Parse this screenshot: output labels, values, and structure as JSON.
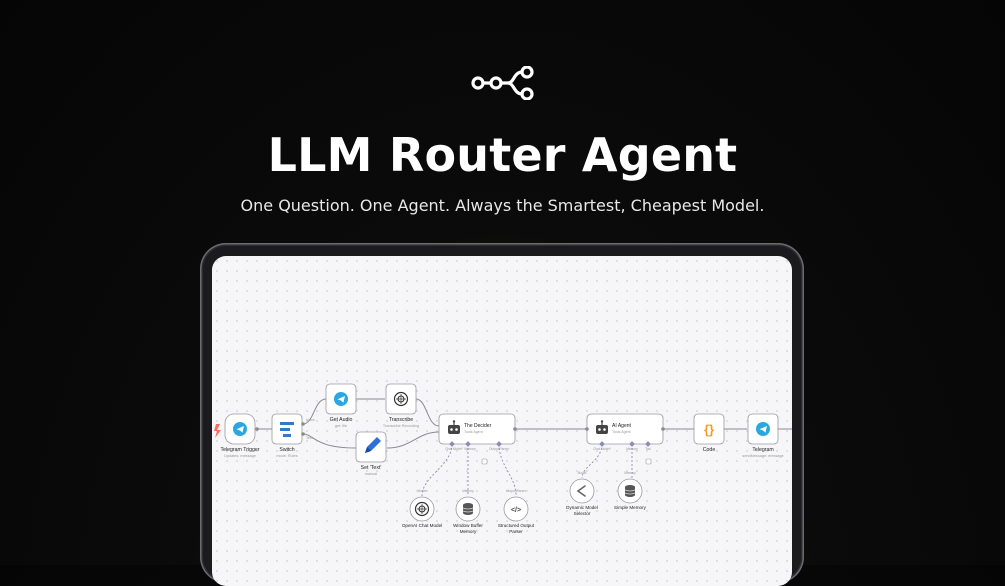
{
  "hero": {
    "title": "LLM Router Agent",
    "subtitle": "One Question. One Agent. Always the Smartest, Cheapest Model."
  },
  "colors": {
    "accent_telegram": "#2aa7e0",
    "accent_orange": "#f39a26",
    "node_border": "#9a9aa2",
    "edge": "#8a8a90"
  },
  "workflow": {
    "nodes": {
      "telegram_trigger": {
        "title": "Telegram Trigger",
        "sub": "Updates: message",
        "icon": "telegram-icon"
      },
      "switch": {
        "title": "Switch",
        "sub": "mode: Rules",
        "icon": "switch-icon"
      },
      "get_audio": {
        "title": "Get Audio",
        "sub": "get: file",
        "icon": "telegram-icon"
      },
      "transcribe": {
        "title": "Transcribe",
        "sub": "Transcribe Recording",
        "icon": "openai-icon"
      },
      "set_text": {
        "title": "Set 'Text'",
        "sub": "manual",
        "icon": "pencil-icon"
      },
      "decider": {
        "title": "The Decider",
        "sub": "Tools Agent",
        "icon": "robot-icon"
      },
      "ai_agent": {
        "title": "AI Agent",
        "sub": "Tools Agent",
        "icon": "robot-icon"
      },
      "code": {
        "title": "Code",
        "icon": "code-braces-icon"
      },
      "telegram_send": {
        "title": "Telegram",
        "sub": "sendMessage: message",
        "icon": "telegram-icon"
      },
      "openai_chat_model": {
        "title": "OpenAI Chat Model",
        "icon": "openai-icon"
      },
      "window_buffer_memory": {
        "title_line1": "Window Buffer",
        "title_line2": "Memory",
        "icon": "database-icon"
      },
      "structured_output_parser": {
        "title_line1": "Structured Output",
        "title_line2": "Parser",
        "icon": "code-icon"
      },
      "dynamic_model_selector": {
        "title_line1": "Dynamic Model",
        "title_line2": "Selector",
        "icon": "selector-icon"
      },
      "simple_memory": {
        "title": "Simple Memory",
        "icon": "database-icon"
      }
    },
    "ports": {
      "chat_model": "Chat Model*",
      "memory": "Memory",
      "output_parser": "Output Parser",
      "tool": "Tool",
      "model": "Model",
      "parser": "Output Parser"
    },
    "edge_labels": {
      "voice": "Voice",
      "text": "Text"
    }
  }
}
